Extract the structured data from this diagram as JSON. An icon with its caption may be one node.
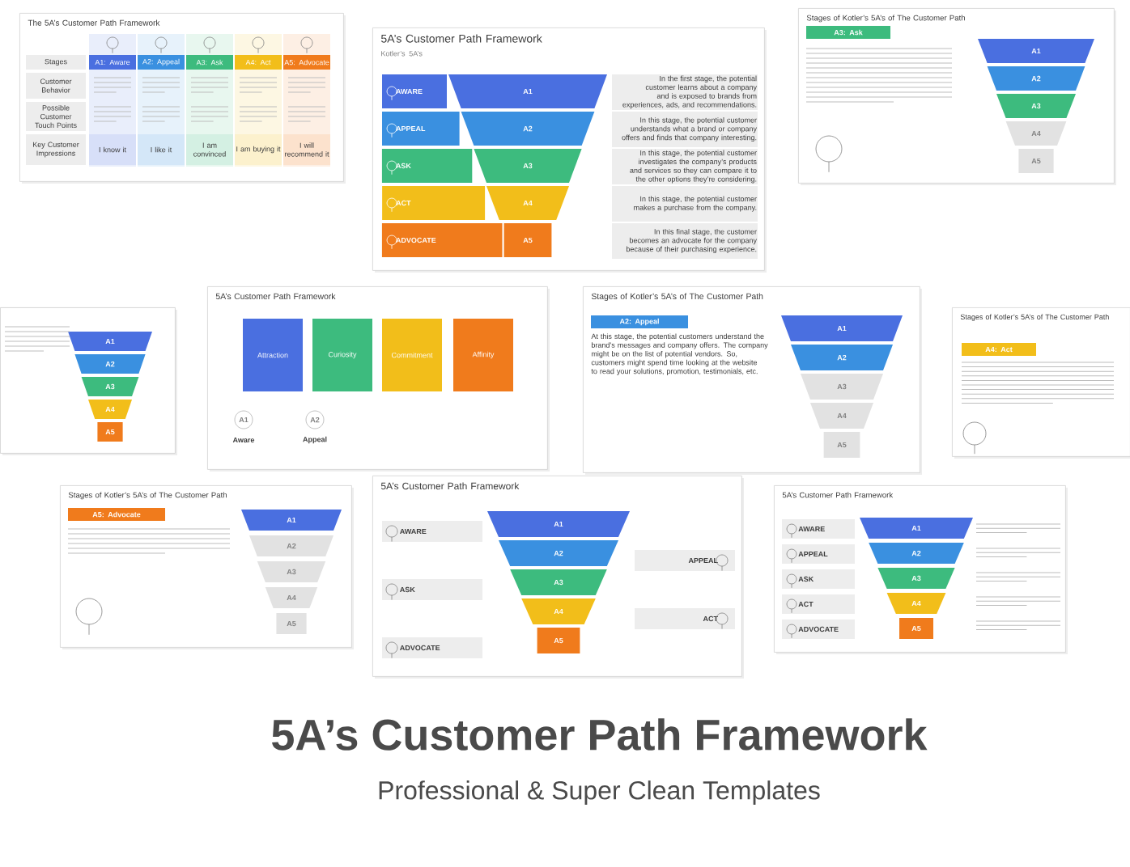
{
  "diagram": {
    "title": "5A’s Customer Path Framework",
    "caption": "Professional & Super Clean Templates",
    "nodes": [
      {
        "text": [
          "The 5A’s Customer Path Framework"
        ]
      },
      {
        "text": [
          "A1: Aware"
        ],
        "in": 0
      },
      {
        "text": [
          "A2: Appeal"
        ],
        "in": 0
      },
      {
        "text": [
          "A3: Ask"
        ],
        "in": 0
      },
      {
        "text": [
          "A4: Act"
        ],
        "in": 0
      },
      {
        "text": [
          "A5: Advocate"
        ],
        "in": 0
      },
      {
        "text": [
          "Stages"
        ],
        "in": 0
      },
      {
        "text": [
          "Customer Behavior"
        ],
        "in": 0
      },
      {
        "text": [
          "Possible Customer Touch Points"
        ],
        "in": 0
      },
      {
        "text": [
          "Key Customer Impressions"
        ],
        "in": 0
      },
      {
        "text": [
          "I know it"
        ],
        "in": 0
      },
      {
        "text": [
          "I like it"
        ],
        "in": 0
      },
      {
        "text": [
          "I am convinced"
        ],
        "in": 0
      },
      {
        "text": [
          "I am buying it"
        ],
        "in": 0
      },
      {
        "text": [
          "I will recommend it"
        ],
        "in": 0
      },
      {
        "text": [
          "5A’s Customer Path Framework",
          "Kotler’s 5A’s"
        ]
      },
      {
        "text": [
          "AWARE"
        ],
        "in": 15
      },
      {
        "text": [
          "APPEAL"
        ],
        "in": 15
      },
      {
        "text": [
          "ASK"
        ],
        "in": 15
      },
      {
        "text": [
          "ACT"
        ],
        "in": 15
      },
      {
        "text": [
          "ADVOCATE"
        ],
        "in": 15
      },
      {
        "text": [
          "A1"
        ],
        "in": 15
      },
      {
        "text": [
          "A2"
        ],
        "in": 15
      },
      {
        "text": [
          "A3"
        ],
        "in": 15
      },
      {
        "text": [
          "A4"
        ],
        "in": 15
      },
      {
        "text": [
          "A5"
        ],
        "in": 15
      },
      {
        "text": [
          "In the first stage, the potential customer learns about a company and is exposed to brands from experiences, ads, and recommendations."
        ],
        "in": 15
      },
      {
        "text": [
          "In this stage, the potential customer understands what a brand or company offers and finds that company interesting."
        ],
        "in": 15
      },
      {
        "text": [
          "In this stage, the potential customer investigates the company’s products and services so they can compare it to the other options they’re considering."
        ],
        "in": 15
      },
      {
        "text": [
          "In this stage, the potential customer makes a purchase from the company."
        ],
        "in": 15
      },
      {
        "text": [
          "In this final stage, the customer becomes an advocate for the company because of their purchasing experience."
        ],
        "in": 15
      },
      {
        "text": [
          "Stages of Kotler’s 5A’s of The Customer Path"
        ]
      },
      {
        "text": [
          "A3: Ask"
        ],
        "in": 31
      },
      {
        "text": [
          "A1"
        ],
        "in": 31
      },
      {
        "text": [
          "A2"
        ],
        "in": 31
      },
      {
        "text": [
          "A3"
        ],
        "in": 31
      },
      {
        "text": [
          "A4"
        ],
        "in": 31
      },
      {
        "text": [
          "A5"
        ],
        "in": 31
      },
      {
        "text": [],
        "shape": "box"
      },
      {
        "text": [
          "A1"
        ],
        "in": 38
      },
      {
        "text": [
          "A2"
        ],
        "in": 38
      },
      {
        "text": [
          "A3"
        ],
        "in": 38
      },
      {
        "text": [
          "A4"
        ],
        "in": 38
      },
      {
        "text": [
          "A5"
        ],
        "in": 38
      },
      {
        "text": [
          "5A’s Customer Path Framework"
        ]
      },
      {
        "text": [
          "Attraction"
        ],
        "in": 44
      },
      {
        "text": [
          "Curiosity"
        ],
        "in": 44
      },
      {
        "text": [
          "Commitment"
        ],
        "in": 44
      },
      {
        "text": [
          "Affinity"
        ],
        "in": 44
      },
      {
        "text": [
          "A1"
        ],
        "in": 44,
        "beside": [
          "Aware"
        ]
      },
      {
        "text": [
          "A2"
        ],
        "in": 44,
        "beside": [
          "Appeal"
        ]
      },
      {
        "text": [
          "Stages of Kotler’s 5A’s of The Customer Path"
        ]
      },
      {
        "text": [
          "A2: Appeal"
        ],
        "in": 51
      },
      {
        "text": [
          "A1"
        ],
        "in": 51
      },
      {
        "text": [
          "A2"
        ],
        "in": 51
      },
      {
        "text": [
          "A3"
        ],
        "in": 51
      },
      {
        "text": [
          "A4"
        ],
        "in": 51
      },
      {
        "text": [
          "A5"
        ],
        "in": 51
      },
      {
        "text": [
          "Stages of Kotler’s 5A’s of The Customer Path"
        ]
      },
      {
        "text": [
          "A4: Act"
        ],
        "in": 58
      },
      {
        "text": [
          "5A’s Customer Path Framework"
        ]
      },
      {
        "text": [
          "AWARE"
        ],
        "in": 60
      },
      {
        "text": [
          "APPEAL"
        ],
        "in": 60
      },
      {
        "text": [
          "ASK"
        ],
        "in": 60
      },
      {
        "text": [
          "ACT"
        ],
        "in": 60
      },
      {
        "text": [
          "ADVOCATE"
        ],
        "in": 60
      },
      {
        "text": [
          "A1"
        ],
        "in": 60
      },
      {
        "text": [
          "A2"
        ],
        "in": 60
      },
      {
        "text": [
          "A3"
        ],
        "in": 60
      },
      {
        "text": [
          "A4"
        ],
        "in": 60
      },
      {
        "text": [
          "A5"
        ],
        "in": 60
      },
      {
        "text": [
          "Stages of Kotler’s 5A’s of The Customer Path"
        ]
      },
      {
        "text": [
          "A5: Advocate"
        ],
        "in": 71
      },
      {
        "text": [
          "A1"
        ],
        "in": 71
      },
      {
        "text": [
          "A2"
        ],
        "in": 71
      },
      {
        "text": [
          "A3"
        ],
        "in": 71
      },
      {
        "text": [
          "A4"
        ],
        "in": 71
      },
      {
        "text": [
          "A5"
        ],
        "in": 71
      },
      {
        "text": [
          "5A’s Customer Path Framework"
        ]
      },
      {
        "text": [
          "AWARE"
        ],
        "in": 78
      },
      {
        "text": [
          "APPEAL"
        ],
        "in": 78
      },
      {
        "text": [
          "ASK"
        ],
        "in": 78
      },
      {
        "text": [
          "ACT"
        ],
        "in": 78
      },
      {
        "text": [
          "ADVOCATE"
        ],
        "in": 78
      },
      {
        "text": [
          "A1"
        ],
        "in": 78
      },
      {
        "text": [
          "A2"
        ],
        "in": 78
      },
      {
        "text": [
          "A3"
        ],
        "in": 78
      },
      {
        "text": [
          "A4"
        ],
        "in": 78
      },
      {
        "text": [
          "A5"
        ],
        "in": 78
      }
    ],
    "labels": [
      "At this stage, the potential customers understand the brand’s messages and company offers. The company might be on the list of potential vendors. So, customers might spend time looking at the website to read your solutions, promotion, testimonials, etc."
    ]
  }
}
